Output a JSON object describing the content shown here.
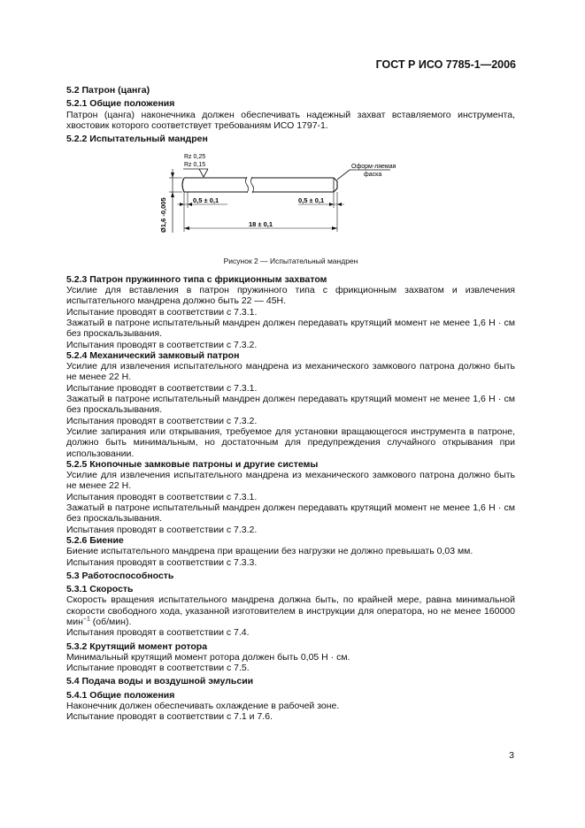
{
  "header": "ГОСТ Р ИСО 7785-1—2006",
  "page_number": "3",
  "s52": {
    "title": "5.2  Патрон (цанга)"
  },
  "s521": {
    "title": "5.2.1  Общие положения",
    "text": "Патрон (цанга) наконечника должен обеспечивать надежный захват вставляемого инструмента, хвостовик которого соответствует требованиям ИСО 1797-1."
  },
  "s522": {
    "title": "5.2.2  Испытательный мандрен"
  },
  "figure": {
    "rz1": "Rz 0,25",
    "rz2": "Rz 0,15",
    "chamfer1": "Оформ-ляемая",
    "chamfer2": "фаска",
    "dim_left": "0,5 ± 0,1",
    "dim_right": "0,5 ± 0,1",
    "dim_total": "18 ± 0,1",
    "diameter": "Ø1,6 -0,005",
    "caption": "Рисунок 2 — Испытательный мандрен"
  },
  "s523": {
    "title": "5.2.3  Патрон пружинного типа с фрикционным захватом",
    "p1": "Усилие для вставления в патрон пружинного типа с фрикционным захватом и извлечения испытательного мандрена должно быть 22 — 45Н.",
    "p2": "Испытание проводят в соответствии с 7.3.1.",
    "p3": "Зажатый в патроне испытательный мандрен должен передавать крутящий момент не менее 1,6 Н · см без проскальзывания.",
    "p4": "Испытания проводят в соответствии с 7.3.2."
  },
  "s524": {
    "title": "5.2.4  Механический замковый патрон",
    "p1": "Усилие для извлечения испытательного мандрена из механического замкового патрона должно быть не менее 22 Н.",
    "p2": "Испытание проводят в соответствии с 7.3.1.",
    "p3": "Зажатый в патроне испытательный мандрен должен передавать крутящий момент не менее 1,6 Н · см без проскальзывания.",
    "p4": "Испытания проводят в соответствии с 7.3.2.",
    "p5": "Усилие запирания или открывания, требуемое для установки вращающегося инструмента в патроне, должно быть минимальным, но достаточным для предупреждения случайного открывания при использовании."
  },
  "s525": {
    "title": "5.2.5  Кнопочные замковые патроны и другие системы",
    "p1": "Усилие для извлечения испытательного мандрена из механического замкового патрона должно быть не менее 22 Н.",
    "p2": "Испытания проводят в соответствии с 7.3.1.",
    "p3": "Зажатый в патроне испытательный мандрен должен передавать крутящий момент не менее 1,6 Н · см без проскальзывания.",
    "p4": "Испытания проводят в соответствии с 7.3.2."
  },
  "s526": {
    "title": "5.2.6  Биение",
    "p1": "Биение испытательного мандрена при вращении без нагрузки не должно превышать 0,03 мм.",
    "p2": "Испытания проводят в соответствии с 7.3.3."
  },
  "s53": {
    "title": "5.3  Работоспособность"
  },
  "s531": {
    "title": "5.3.1  Скорость",
    "p1a": "Скорость вращения испытательного мандрена должна быть, по крайней мере, равна минимальной скорости свободного хода, указанной изготовителем в инструкции для оператора, но не менее 160000 мин",
    "p1sup": "−1",
    "p1b": " (об/мин).",
    "p2": "Испытания проводят в соответствии с 7.4."
  },
  "s532": {
    "title": "5.3.2  Крутящий момент ротора",
    "p1": "Минимальный крутящий момент ротора должен быть 0,05 Н · см.",
    "p2": "Испытание проводят в соответствии с 7.5."
  },
  "s54": {
    "title": "5.4  Подача воды и воздушной эмульсии"
  },
  "s541": {
    "title": "5.4.1  Общие положения",
    "p1": "Наконечник должен обеспечивать охлаждение в рабочей зоне.",
    "p2": "Испытание проводят в соответствии с 7.1 и 7.6."
  }
}
